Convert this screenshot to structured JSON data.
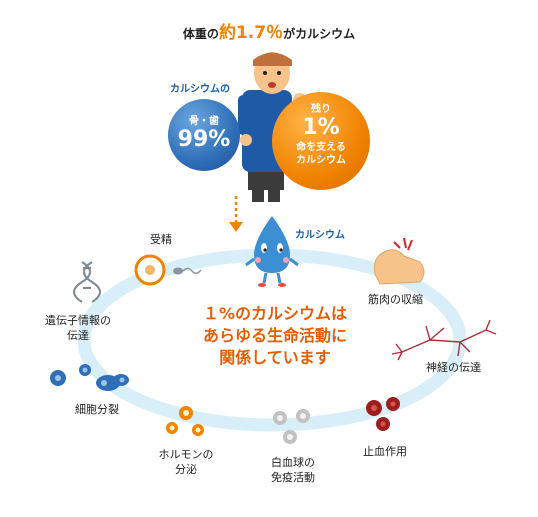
{
  "headline": {
    "prefix": "体重の",
    "highlight_a": "約",
    "highlight_b": "1.7％",
    "suffix": "がカルシウム"
  },
  "blue_bubble": {
    "caption": "カルシウムの",
    "line1": "骨・歯",
    "value": "99%"
  },
  "orange_bubble": {
    "line1": "残り",
    "value": "1%",
    "line2": "命を支える",
    "line3": "カルシウム"
  },
  "drop_label": "カルシウム",
  "center_text": {
    "line1": "１%のカルシウムは",
    "line2": "あらゆる生命活動に",
    "line3": "関係しています"
  },
  "labels": {
    "fertilization": "受精",
    "muscle": "筋肉の収縮",
    "gene_line1": "遺伝子情報の",
    "gene_line2": "伝達",
    "nerve": "神経の伝達",
    "cell_division": "細胞分裂",
    "hemostasis": "止血作用",
    "hormone_line1": "ホルモンの",
    "hormone_line2": "分泌",
    "immune_line1": "白血球の",
    "immune_line2": "免疫活動"
  },
  "colors": {
    "accent": "#f08300",
    "blue": "#2f6fb8",
    "ring": "#d8eef8",
    "center_text": "#e85d04"
  }
}
